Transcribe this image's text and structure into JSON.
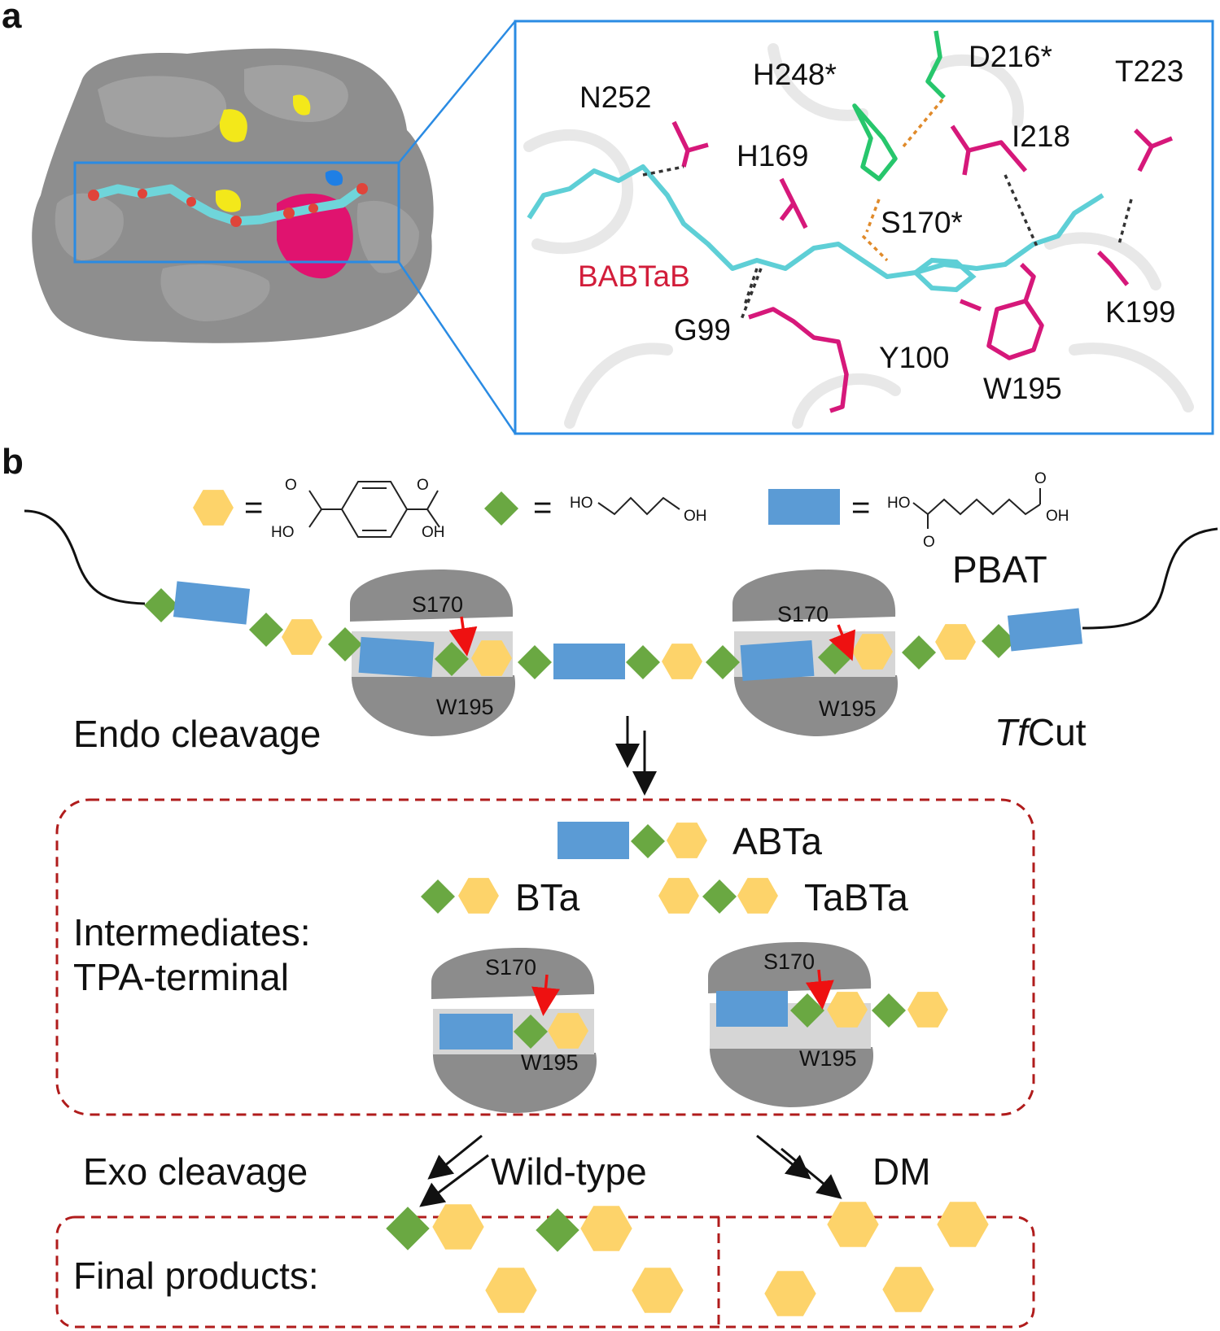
{
  "panel_a": {
    "label": "a",
    "residues": {
      "N252": "N252",
      "H248": "H248*",
      "D216": "D216*",
      "T223": "T223",
      "H169": "H169",
      "I218": "I218",
      "S170": "S170*",
      "BABTaB": "BABTaB",
      "G99": "G99",
      "Y100": "Y100",
      "W195": "W195",
      "K199": "K199"
    }
  },
  "panel_b": {
    "label": "b",
    "legend": {
      "ho": "HO",
      "oh": "OH",
      "o": "O",
      "eq": "="
    },
    "pbat": "PBAT",
    "tfcut_italic": "Tf",
    "tfcut_rest": "Cut",
    "endo": "Endo cleavage",
    "s170": "S170",
    "w195": "W195",
    "abta": "ABTa",
    "bta": "BTa",
    "tabta": "TaBTa",
    "intermediates_line1": "Intermediates:",
    "intermediates_line2": "TPA-terminal",
    "exo": "Exo cleavage",
    "wild_type": "Wild-type",
    "dm": "DM",
    "final_products": "Final products:"
  },
  "colors": {
    "hexagon": "#fdd36a",
    "diamond": "#6aa842",
    "rectangle": "#5b9bd5",
    "enzyme": "#8c8c8c",
    "highlight_box": "#2a8be3",
    "dashed_box": "#b01c1c",
    "magenta": "#d6187a",
    "cyan": "#5ecfd6",
    "green_res": "#27c66c"
  }
}
